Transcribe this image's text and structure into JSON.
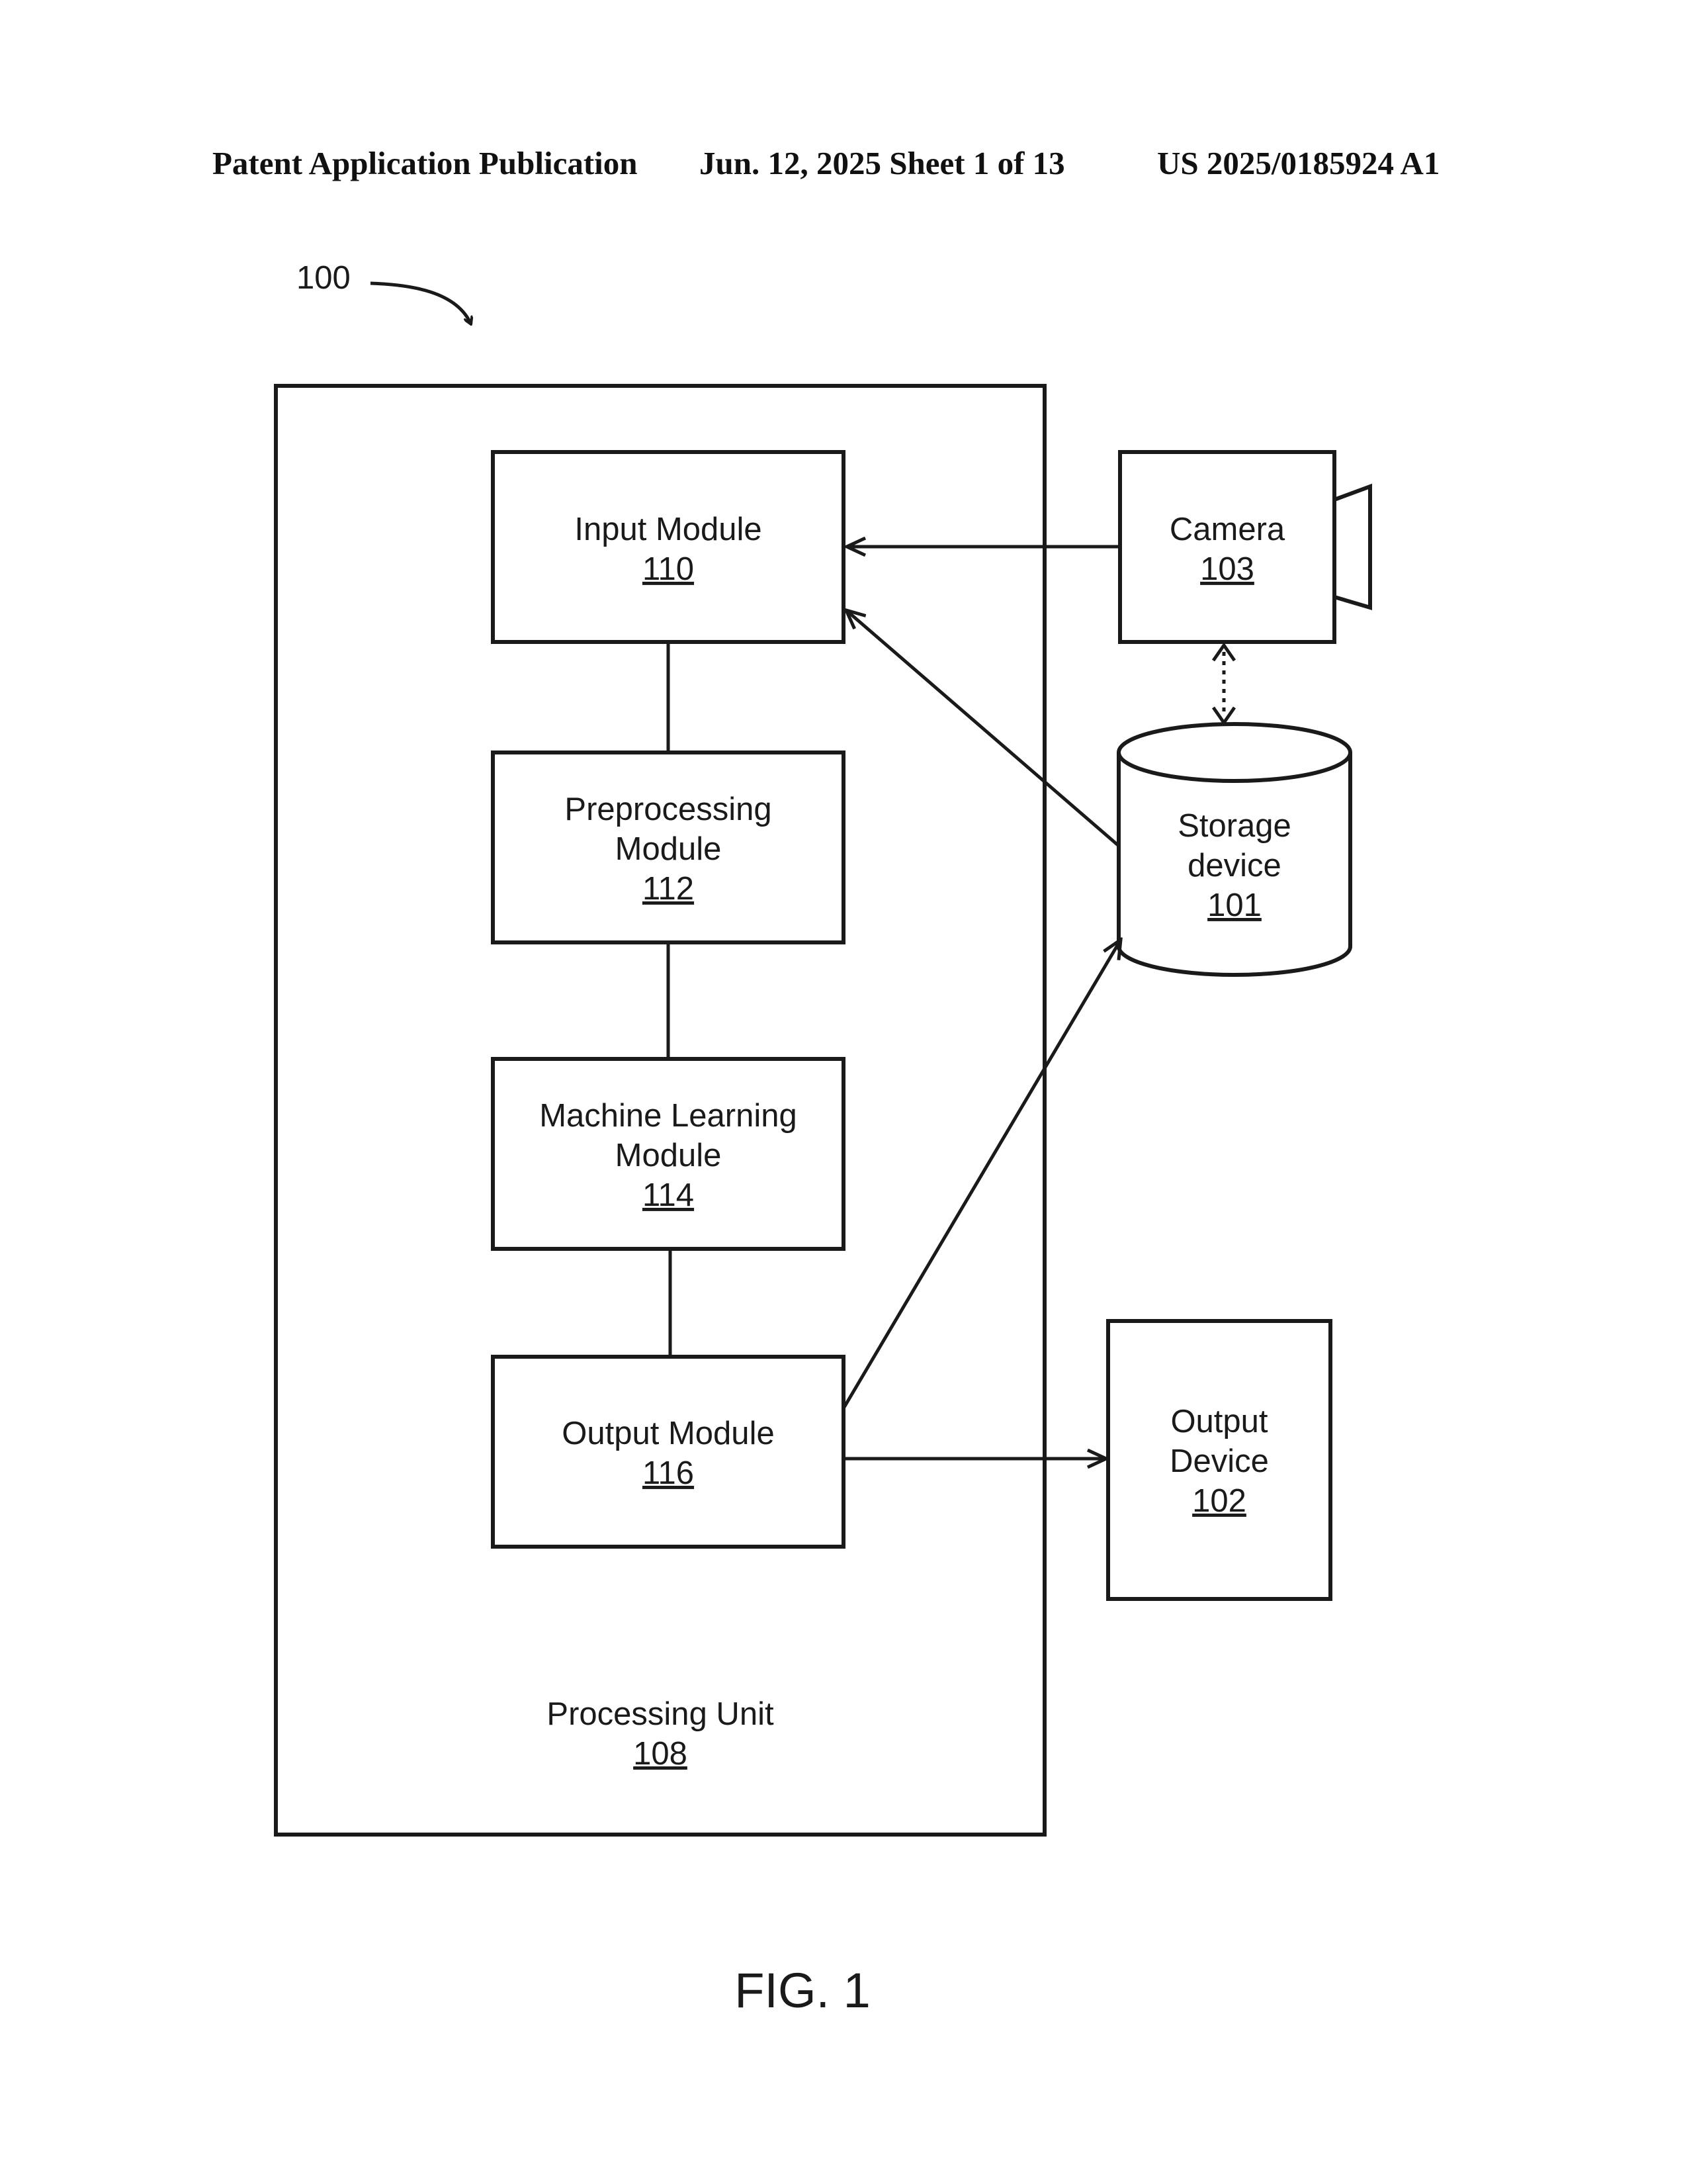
{
  "header": {
    "publication": "Patent Application Publication",
    "date_sheet": "Jun. 12, 2025  Sheet 1 of 13",
    "pub_number": "US 2025/0185924 A1"
  },
  "figure": {
    "ref": "100",
    "caption": "FIG. 1"
  },
  "processing_unit": {
    "label": "Processing Unit",
    "num": "108"
  },
  "modules": {
    "input": {
      "line1": "Input Module",
      "num": "110"
    },
    "preprocessing": {
      "line1": "Preprocessing",
      "line2": "Module",
      "num": "112"
    },
    "ml": {
      "line1": "Machine Learning",
      "line2": "Module",
      "num": "114"
    },
    "output": {
      "line1": "Output Module",
      "num": "116"
    }
  },
  "devices": {
    "camera": {
      "label": "Camera",
      "num": "103"
    },
    "storage": {
      "line1": "Storage",
      "line2": "device",
      "num": "101"
    },
    "output_device": {
      "line1": "Output",
      "line2": "Device",
      "num": "102"
    }
  }
}
